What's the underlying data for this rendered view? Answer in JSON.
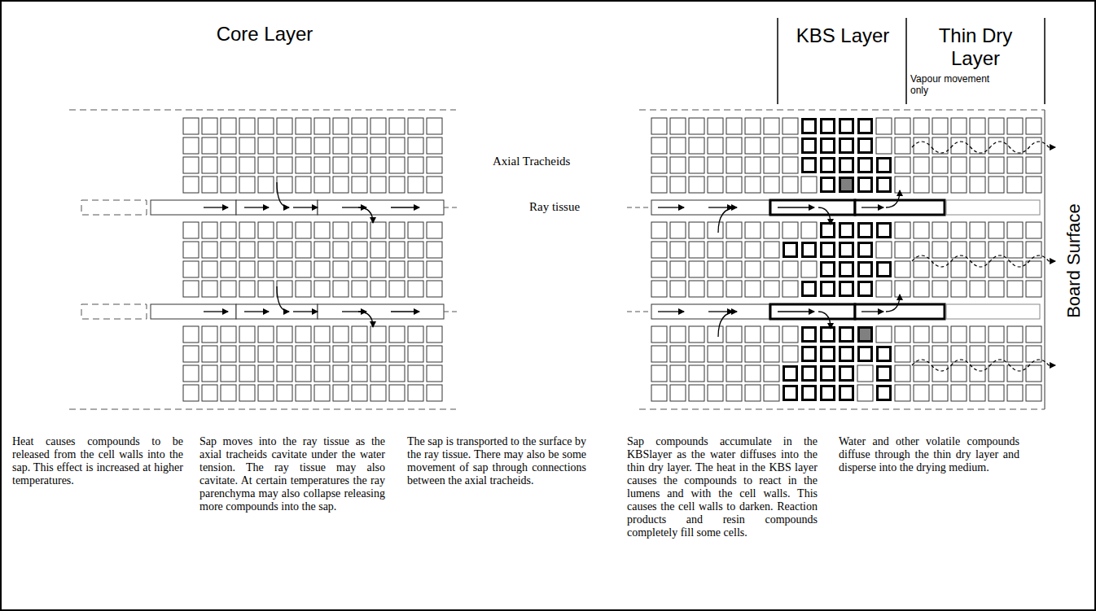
{
  "diagram": {
    "labels": [
      "Core Layer",
      "KBS Layer",
      "Thin Dry Layer",
      "Vapour movement only",
      "Axial Tracheids",
      "Ray tissue",
      "Board Surface",
      "Heat causes compounds to be released from the cell walls into the sap. This effect is increased at higher temperatures.",
      "Sap moves into the ray tissue as the axial tracheids cavitate under the water tension. The ray tissue may also cavitate. At certain temperatures the ray parenchyma may also collapse releasing more compounds into the sap.",
      "The sap is transported to the surface by the ray tissue. There may also be some movement of sap through connections between the axial tracheids.",
      "Sap compounds accumulate in the KBSlayer as the water diffuses into the thin dry layer. The heat in the KBS layer causes the compounds to react in the lumens and with the cell walls. This causes the cell walls to darken. Reaction products and resin compounds completely fill some cells.",
      "Water and other volatile compounds diffuse through the thin dry layer and disperse into the drying medium."
    ]
  }
}
